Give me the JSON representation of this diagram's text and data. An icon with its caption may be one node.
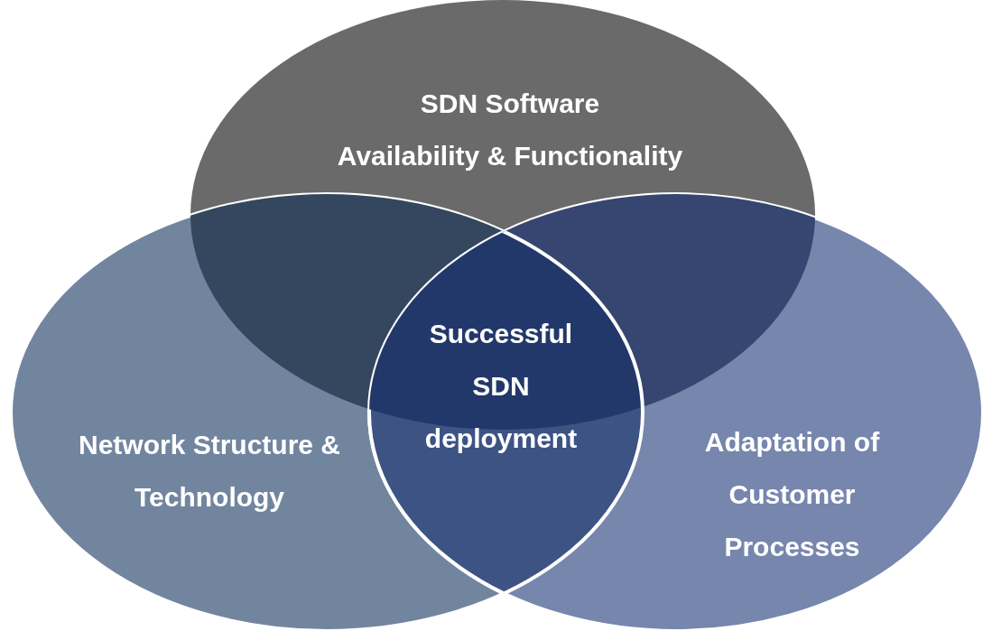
{
  "diagram": {
    "nodes": [
      {
        "text": [
          "SDN Software",
          "Availability & Functionality"
        ]
      },
      {
        "text": [
          "Network Structure & Technology"
        ]
      },
      {
        "text": [
          "Successful SDN deployment"
        ]
      },
      {
        "text": [
          "Adaptation of Customer Processes"
        ]
      }
    ]
  }
}
